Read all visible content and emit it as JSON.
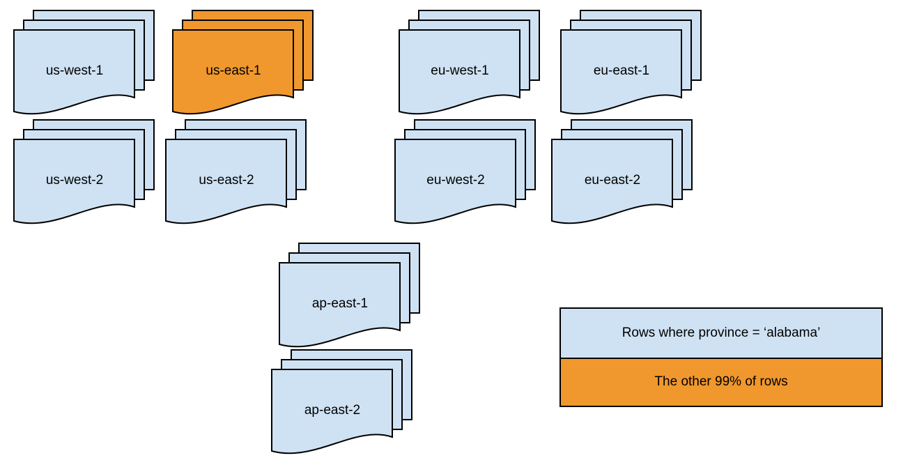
{
  "diagram": {
    "regions": [
      {
        "label": "us-west-1",
        "highlighted": false
      },
      {
        "label": "us-east-1",
        "highlighted": true
      },
      {
        "label": "eu-west-1",
        "highlighted": false
      },
      {
        "label": "eu-east-1",
        "highlighted": false
      },
      {
        "label": "us-west-2",
        "highlighted": false
      },
      {
        "label": "us-east-2",
        "highlighted": false
      },
      {
        "label": "eu-west-2",
        "highlighted": false
      },
      {
        "label": "eu-east-2",
        "highlighted": false
      },
      {
        "label": "ap-east-1",
        "highlighted": false
      },
      {
        "label": "ap-east-2",
        "highlighted": false
      }
    ],
    "legend": {
      "items": [
        {
          "label": "Rows where province = ‘alabama’",
          "color": "#cfe2f3"
        },
        {
          "label": "The other 99% of rows",
          "color": "#f0982d"
        }
      ]
    },
    "colors": {
      "document_fill": "#cfe2f3",
      "highlight_fill": "#f0982d",
      "border": "#000000",
      "text": "#000000"
    }
  }
}
